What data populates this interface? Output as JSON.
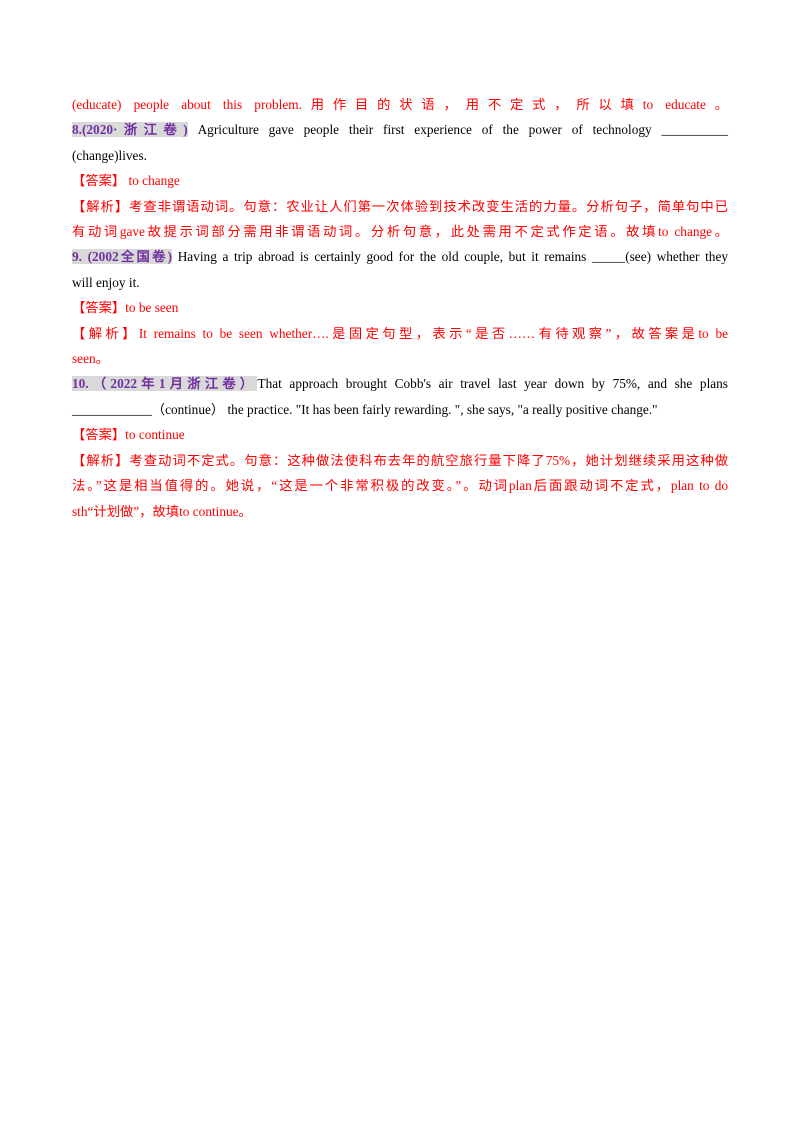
{
  "lines": {
    "l1": "(educate) people about this problem.用作目的状语，用不定式，所以填to educate。",
    "q8_num": "8.(2020·浙江卷)",
    "q8_text": " Agriculture gave people their first experience of the power of technology __________",
    "l3": "(change)lives.",
    "a8": "【答案】 to change",
    "e8a": "【解析】考查非谓语动词。句意：农业让人们第一次体验到技术改变生活的力量。分析句子，简单句中已",
    "e8b": "有动词gave故提示词部分需用非谓语动词。分析句意，此处需用不定式作定语。故填to change。",
    "q9_num": "9. (2002全国卷)",
    "q9_text": " Having a trip abroad is certainly good for the old couple, but it remains _____(see) whether they",
    "l9b": "will enjoy it.",
    "a9": "【答案】to be seen",
    "e9a": "【解析】It remains to be seen whether….是固定句型，表示“是否……有待观察”，故答案是to be",
    "e9b": "seen。",
    "q10_num": "10.（2022年1月浙江卷）",
    "q10_text": "That approach brought Cobb's air travel last year down by 75%, and she plans",
    "l10b": "____________（continue） the practice. \"It has been fairly rewarding. \", she says, \"a really positive change.\"",
    "a10": "【答案】to continue",
    "e10a": "【解析】考查动词不定式。句意：这种做法使科布去年的航空旅行量下降了75%，她计划继续采用这种做",
    "e10b": "法。”这是相当值得的。她说，“这是一个非常积极的改变。”。动词plan后面跟动词不定式，plan to do",
    "e10c": "sth“计划做”，故填to continue。"
  },
  "colors": {
    "answer": "#ff0000",
    "question_number": "#7030a0",
    "source_highlight": "#d9d9d9"
  }
}
